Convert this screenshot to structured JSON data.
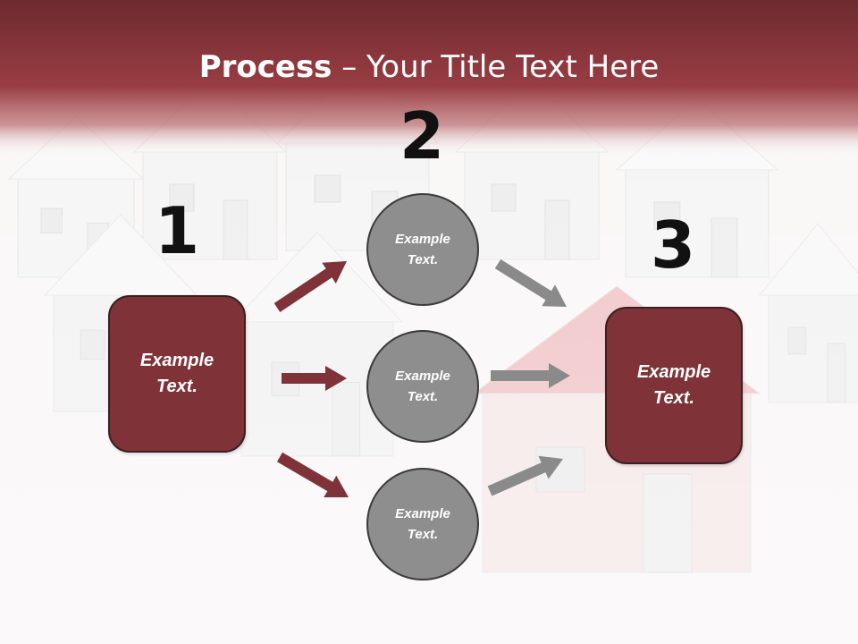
{
  "title": {
    "strong": "Process",
    "rest": " – Your Title Text Here"
  },
  "steps": [
    {
      "number": "1",
      "text_line1": "Example",
      "text_line2": "Text."
    },
    {
      "number": "2"
    },
    {
      "number": "3",
      "text_line1": "Example",
      "text_line2": "Text."
    }
  ],
  "circles": [
    {
      "text_line1": "Example",
      "text_line2": "Text."
    },
    {
      "text_line1": "Example",
      "text_line2": "Text."
    },
    {
      "text_line1": "Example",
      "text_line2": "Text."
    }
  ],
  "colors": {
    "header": "#8b3a3f",
    "box": "#7f3338",
    "circle": "#8e8e8e",
    "arrow_red": "#7f3338",
    "arrow_gray": "#8a8a8a"
  }
}
